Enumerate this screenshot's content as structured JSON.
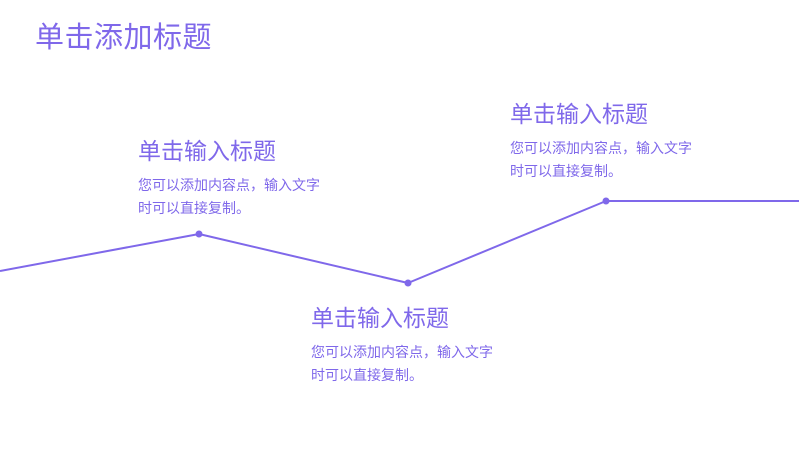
{
  "page": {
    "title": "单击添加标题",
    "accent_color": "#7f68ea"
  },
  "callouts": [
    {
      "title": "单击输入标题",
      "body_line1": "您可以添加内容点，输入文字",
      "body_line2": "时可以直接复制。"
    },
    {
      "title": "单击输入标题",
      "body_line1": "您可以添加内容点，输入文字",
      "body_line2": "时可以直接复制。"
    },
    {
      "title": "单击输入标题",
      "body_line1": "您可以添加内容点，输入文字",
      "body_line2": "时可以直接复制。"
    }
  ]
}
